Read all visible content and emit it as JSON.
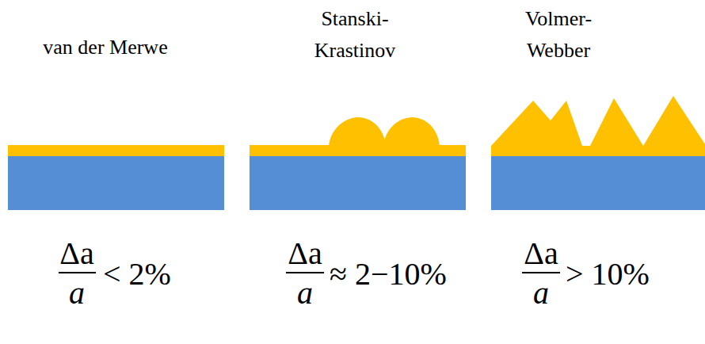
{
  "diagram": {
    "labels": [
      "van der Merwe",
      "Stanski- Krastinov",
      "Volmer- Webber",
      "Δa",
      "a",
      "< 2%",
      "Δa",
      "a",
      "≈ 2−10%",
      "Δa",
      "a",
      "> 10%"
    ]
  }
}
